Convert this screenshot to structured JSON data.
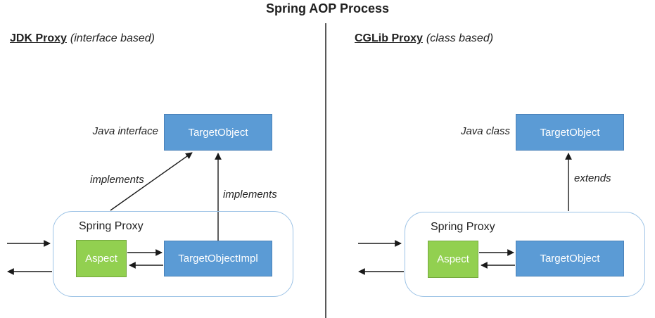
{
  "title": "Spring AOP Process",
  "colors": {
    "box_blue": "#5B9BD5",
    "box_blue_border": "#4A81B8",
    "box_green": "#92D050",
    "box_green_border": "#74A83D",
    "container_border": "#9DC3E6",
    "arrow": "#1a1a1a",
    "divider": "#595959",
    "text": "#1f1f1f"
  },
  "left": {
    "heading": "JDK Proxy",
    "heading_note": "(interface based)",
    "type_label": "Java interface",
    "target_box": "TargetObject",
    "diagonal_label": "implements",
    "vertical_label": "implements",
    "container_label": "Spring Proxy",
    "aspect_label": "Aspect",
    "inner_box": "TargetObjectImpl"
  },
  "right": {
    "heading": "CGLib Proxy",
    "heading_note": "(class based)",
    "type_label": "Java class",
    "vertical_label": "extends",
    "target_box": "TargetObject",
    "container_label": "Spring Proxy",
    "aspect_label": "Aspect",
    "inner_box": "TargetObject"
  }
}
